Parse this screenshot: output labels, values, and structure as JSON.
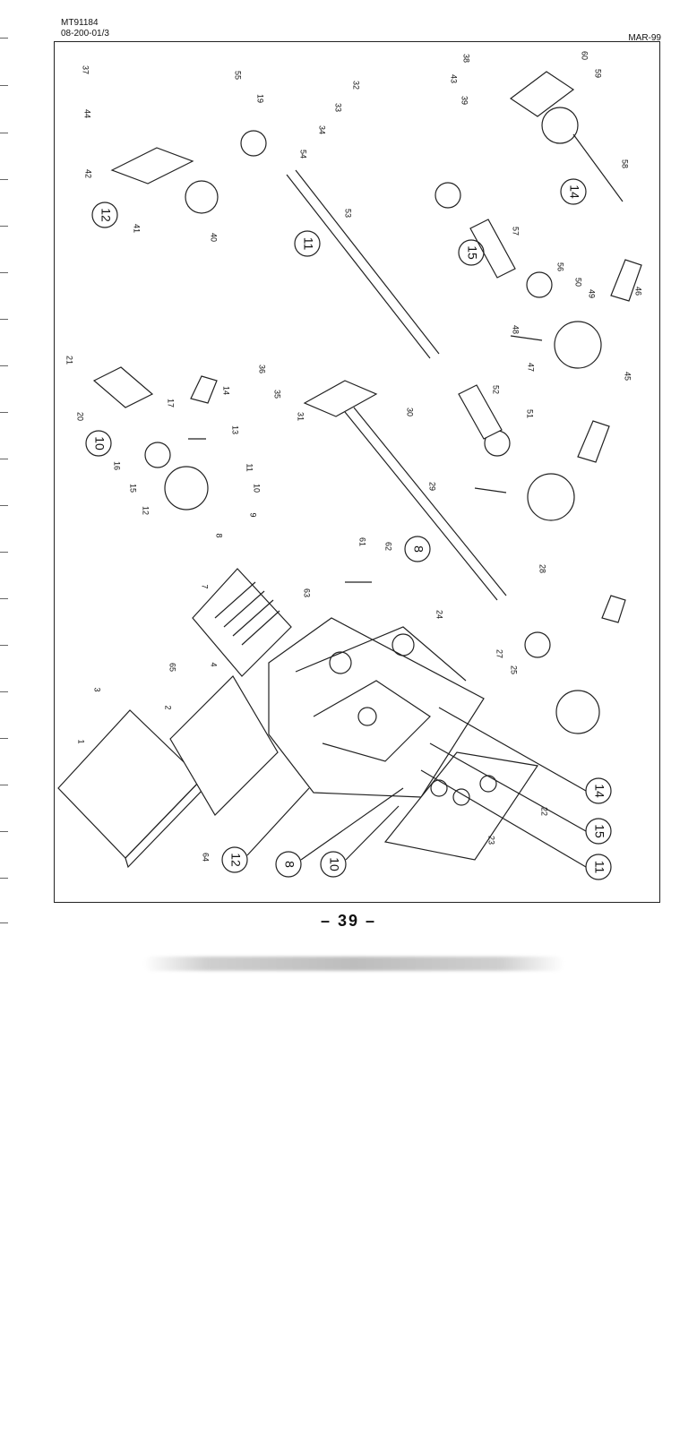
{
  "header": {
    "doc_id": "MT91184",
    "doc_sub": "08-200-01/3",
    "date": "MAR-99"
  },
  "footer": {
    "page_number": "– 39 –"
  },
  "diagram": {
    "assembly_callouts": [
      "12",
      "11",
      "15",
      "14",
      "10",
      "8"
    ],
    "bottom_callouts": [
      "12",
      "8",
      "10",
      "14",
      "15",
      "11"
    ],
    "part_numbers": [
      "1",
      "2",
      "3",
      "4",
      "7",
      "8",
      "9",
      "10",
      "11",
      "12",
      "13",
      "14",
      "15",
      "16",
      "17",
      "19",
      "20",
      "21",
      "22",
      "23",
      "24",
      "25",
      "27",
      "28",
      "29",
      "30",
      "31",
      "32",
      "33",
      "34",
      "35",
      "36",
      "37",
      "38",
      "39",
      "40",
      "41",
      "42",
      "43",
      "44",
      "45",
      "46",
      "47",
      "48",
      "49",
      "50",
      "51",
      "52",
      "53",
      "54",
      "55",
      "56",
      "57",
      "58",
      "59",
      "60",
      "61",
      "62",
      "63",
      "64",
      "65"
    ]
  }
}
